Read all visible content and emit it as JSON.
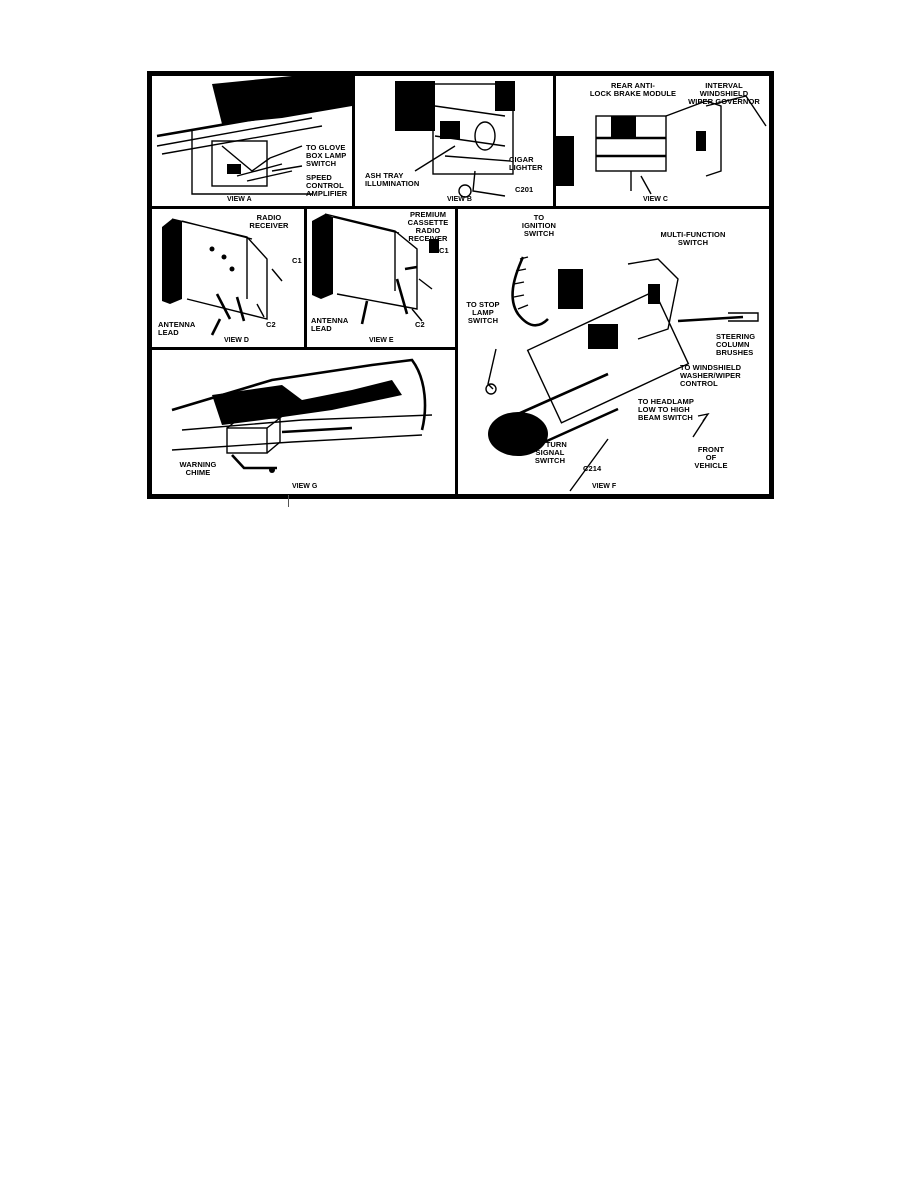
{
  "figure": {
    "view_a": {
      "view_label": "VIEW A",
      "labels": {
        "glove": "TO GLOVE\nBOX LAMP\nSWITCH",
        "speed": "SPEED\nCONTROL\nAMPLIFIER"
      }
    },
    "view_b": {
      "view_label": "VIEW B",
      "labels": {
        "ash": "ASH TRAY\nILLUMINATION",
        "cigar": "CIGAR\nLIGHTER",
        "c201": "C201"
      }
    },
    "view_c": {
      "view_label": "VIEW C",
      "labels": {
        "abs": "REAR ANTI-\nLOCK BRAKE MODULE",
        "wiper": "INTERVAL\nWINDSHIELD\nWIPER GOVERNOR"
      }
    },
    "view_d": {
      "view_label": "VIEW D",
      "labels": {
        "radio": "RADIO\nRECEIVER",
        "c1": "C1",
        "c2": "C2",
        "antenna": "ANTENNA\nLEAD"
      }
    },
    "view_e": {
      "view_label": "VIEW E",
      "labels": {
        "premium": "PREMIUM\nCASSETTE\nRADIO\nRECEIVER",
        "c1": "C1",
        "c2": "C2",
        "antenna": "ANTENNA\nLEAD"
      }
    },
    "view_f": {
      "view_label": "VIEW F",
      "labels": {
        "ignition": "TO\nIGNITION\nSWITCH",
        "multi": "MULTI-FUNCTION\nSWITCH",
        "stop": "TO STOP\nLAMP\nSWITCH",
        "steering": "STEERING\nCOLUMN\nBRUSHES",
        "washer": "TO WINDSHIELD\nWASHER/WIPER\nCONTROL",
        "headlamp": "TO HEADLAMP\nLOW TO HIGH\nBEAM SWITCH",
        "turn": "TO TURN\nSIGNAL\nSWITCH",
        "c214": "C214",
        "front": "FRONT\nOF\nVEHICLE"
      }
    },
    "view_g": {
      "view_label": "VIEW G",
      "labels": {
        "chime": "WARNING\nCHIME"
      }
    }
  }
}
